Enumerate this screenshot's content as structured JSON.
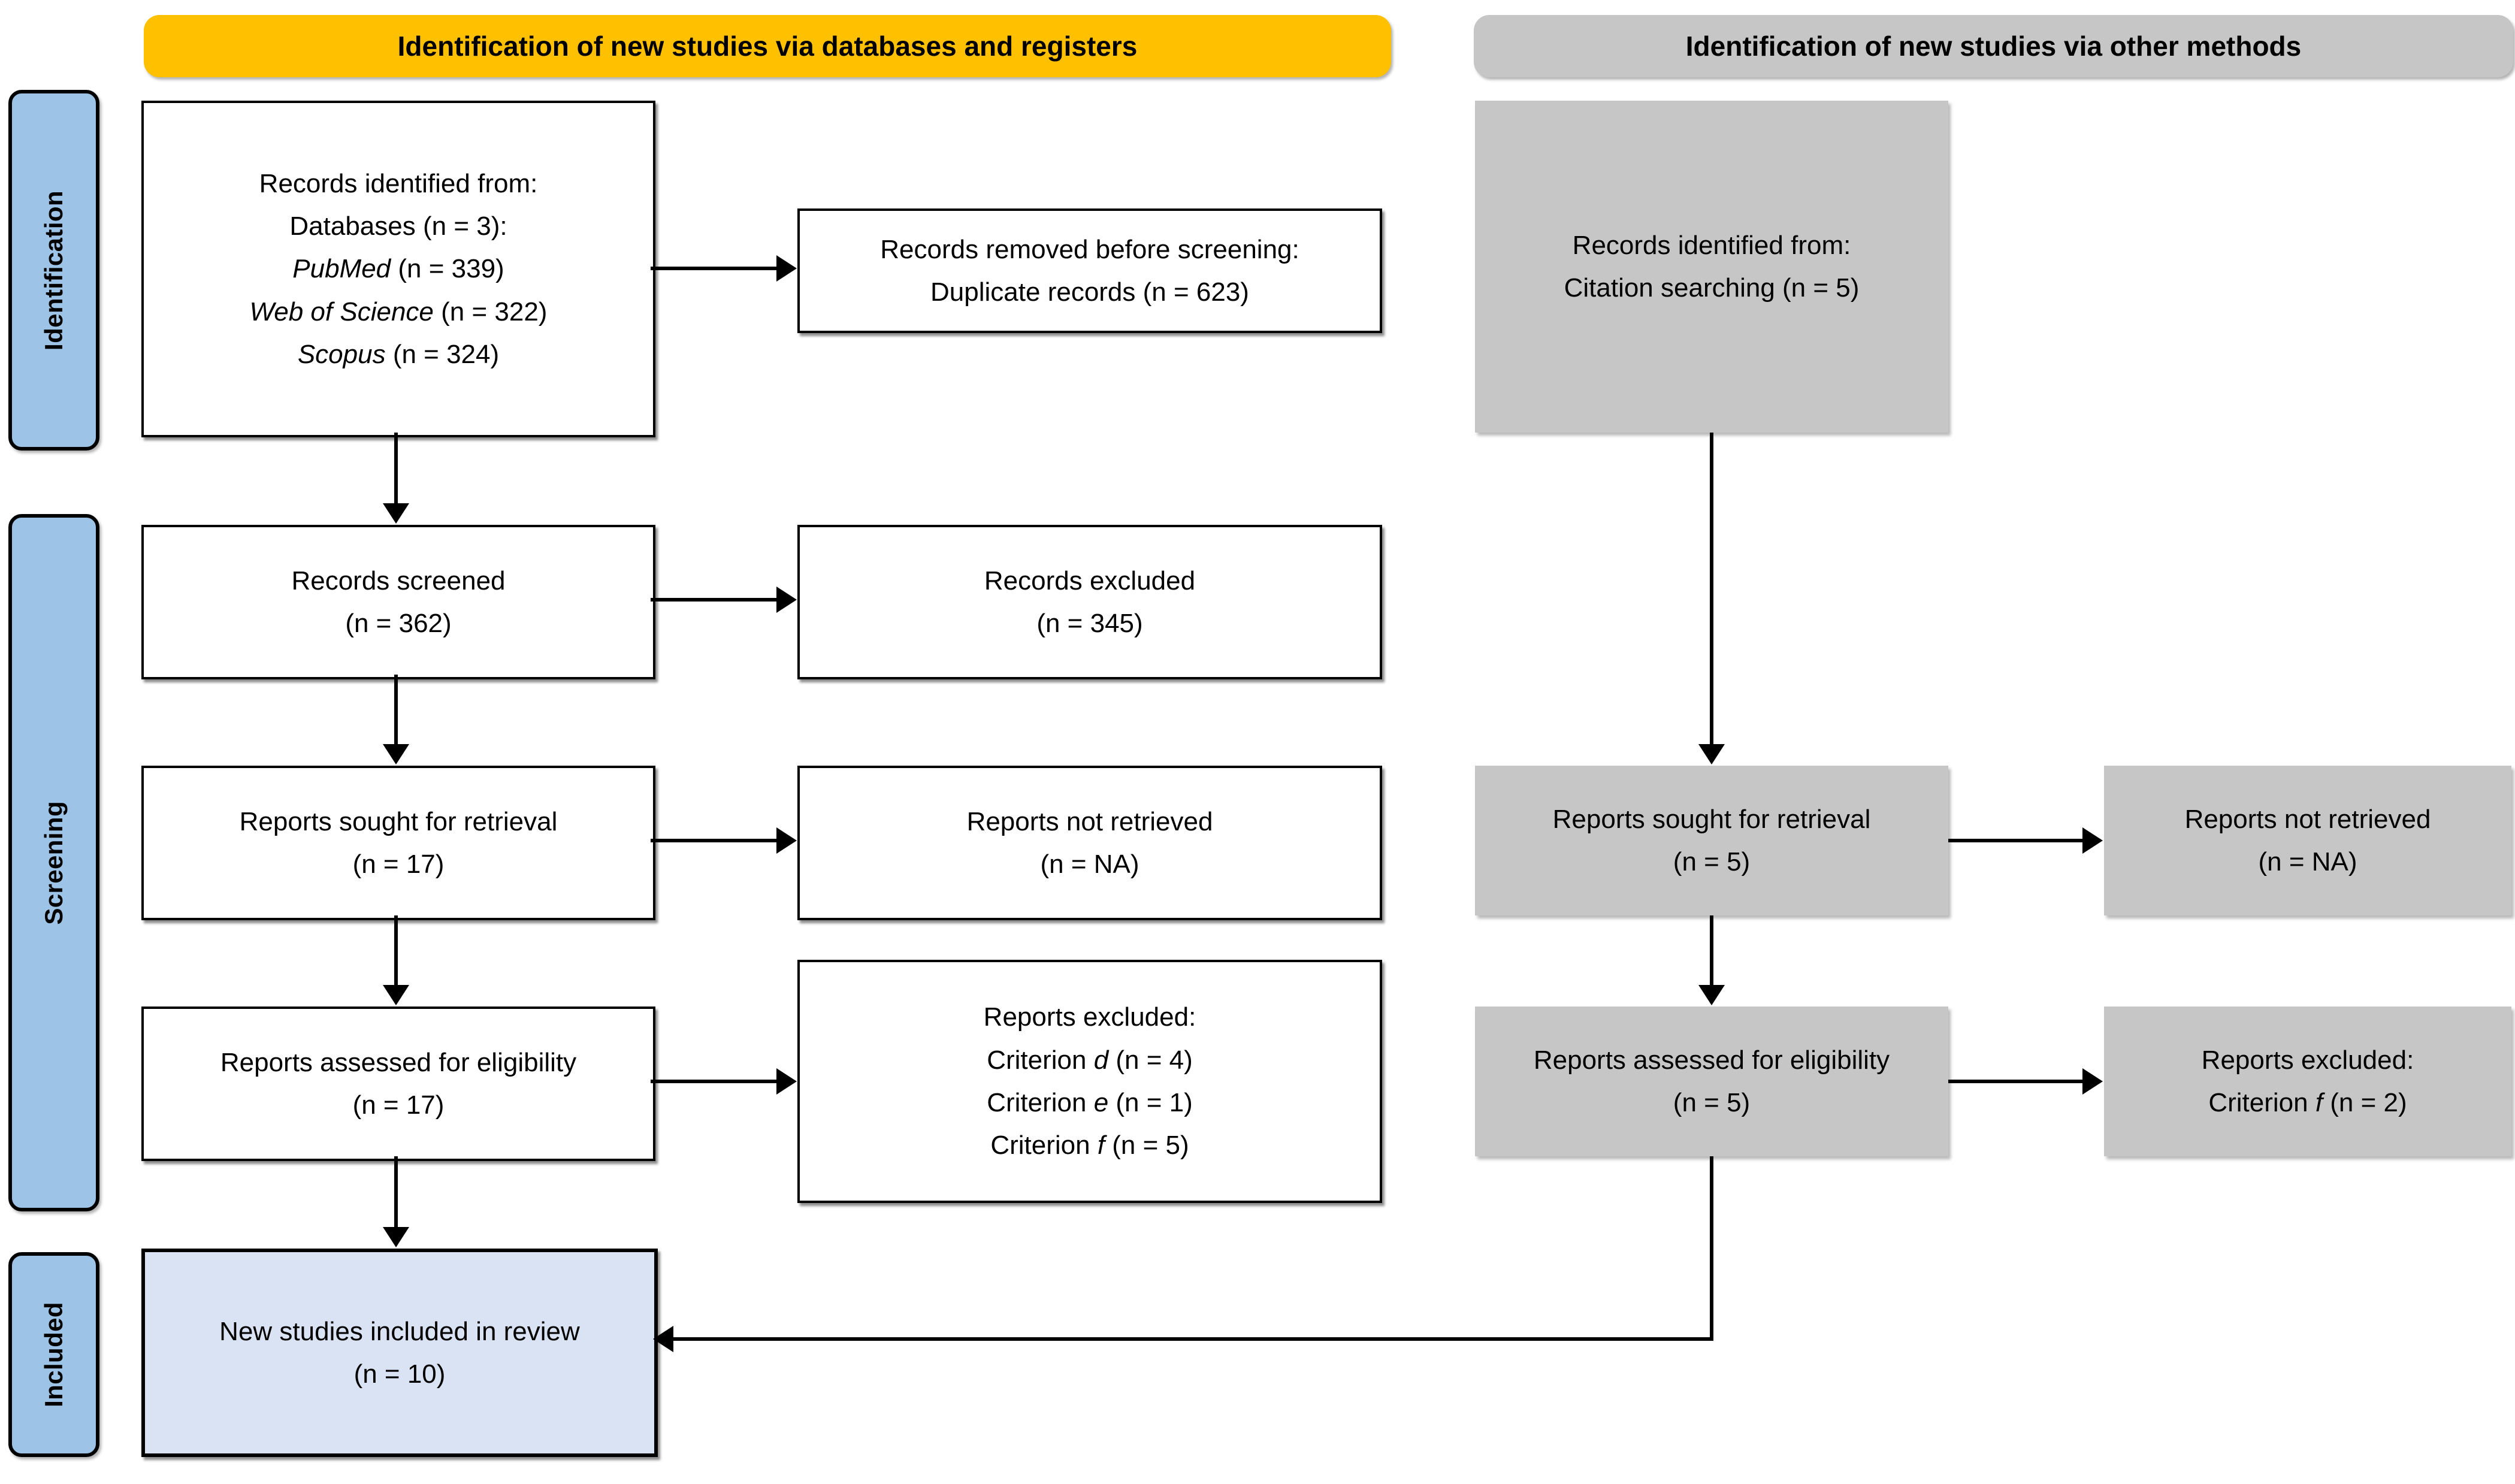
{
  "diagram": {
    "type": "PRISMA 2020 flow diagram",
    "headers": {
      "databases": "Identification of new studies via databases and registers",
      "other": "Identification of new studies via other methods"
    },
    "stages": [
      {
        "label": "Identification"
      },
      {
        "label": "Screening"
      },
      {
        "label": "Included"
      }
    ],
    "colors": {
      "header_databases": "#FFC000",
      "header_other": "#C6C6C6",
      "stage_tab": "#9DC3E6",
      "box_other_methods": "#C6C6C6",
      "box_included": "#DAE3F3",
      "box_default": "#FFFFFF",
      "stroke": "#000000"
    },
    "boxes": {
      "records_identified": {
        "lines": [
          {
            "text": "Records identified from:",
            "italic": false
          },
          {
            "text": "Databases (n = 3):",
            "italic": false
          },
          {
            "text": "PubMed (n = 339)",
            "italic": "PubMed"
          },
          {
            "text": "Web of Science (n = 322)",
            "italic": "Web of Science"
          },
          {
            "text": "Scopus (n = 324)",
            "italic": "Scopus"
          }
        ]
      },
      "records_removed": {
        "lines": [
          {
            "text": "Records removed before screening:"
          },
          {
            "text": "Duplicate records (n = 623)"
          }
        ]
      },
      "records_screened": {
        "lines": [
          {
            "text": "Records screened"
          },
          {
            "text": "(n = 362)"
          }
        ]
      },
      "records_excluded": {
        "lines": [
          {
            "text": "Records excluded"
          },
          {
            "text": "(n = 345)"
          }
        ]
      },
      "reports_sought": {
        "lines": [
          {
            "text": "Reports sought for retrieval"
          },
          {
            "text": "(n = 17)"
          }
        ]
      },
      "reports_not_retrieved": {
        "lines": [
          {
            "text": "Reports not retrieved"
          },
          {
            "text": "(n = NA)"
          }
        ]
      },
      "reports_assessed": {
        "lines": [
          {
            "text": "Reports assessed for eligibility"
          },
          {
            "text": "(n = 17)"
          }
        ]
      },
      "reports_excluded": {
        "lines": [
          {
            "text": "Reports excluded:",
            "italic": false
          },
          {
            "text": "Criterion d (n = 4)",
            "italic": "d"
          },
          {
            "text": "Criterion e (n = 1)",
            "italic": "e"
          },
          {
            "text": "Criterion f (n = 5)",
            "italic": "f"
          }
        ]
      },
      "new_studies_included": {
        "lines": [
          {
            "text": "New studies included in review"
          },
          {
            "text": "(n = 10)"
          }
        ]
      },
      "other_records_identified": {
        "lines": [
          {
            "text": "Records identified from:"
          },
          {
            "text": "Citation searching (n = 5)"
          }
        ]
      },
      "other_reports_sought": {
        "lines": [
          {
            "text": "Reports sought for retrieval"
          },
          {
            "text": "(n = 5)"
          }
        ]
      },
      "other_reports_not_retrieved": {
        "lines": [
          {
            "text": "Reports not retrieved"
          },
          {
            "text": "(n = NA)"
          }
        ]
      },
      "other_reports_assessed": {
        "lines": [
          {
            "text": "Reports assessed for eligibility"
          },
          {
            "text": "(n = 5)"
          }
        ]
      },
      "other_reports_excluded": {
        "lines": [
          {
            "text": "Reports excluded:",
            "italic": false
          },
          {
            "text": "Criterion f (n = 2)",
            "italic": "f"
          }
        ]
      }
    }
  }
}
